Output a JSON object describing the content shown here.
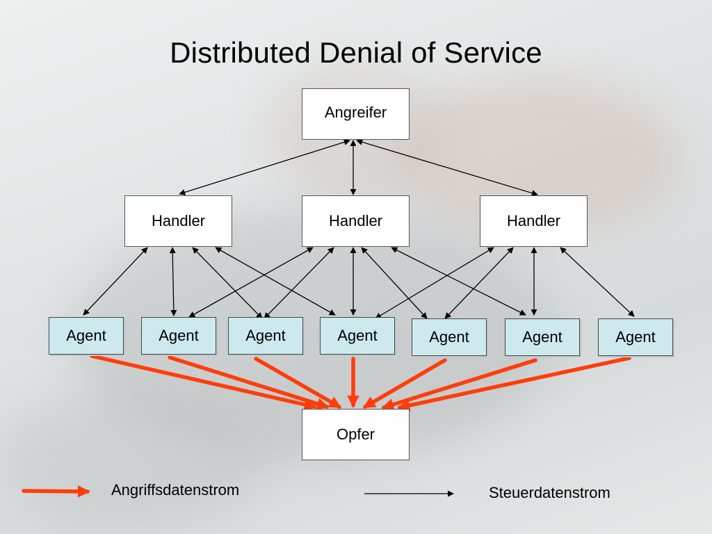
{
  "title": "Distributed Denial of Service",
  "nodes": {
    "attacker": "Angreifer",
    "handlers": [
      "Handler",
      "Handler",
      "Handler"
    ],
    "agents": [
      "Agent",
      "Agent",
      "Agent",
      "Agent",
      "Agent",
      "Agent",
      "Agent"
    ],
    "victim": "Opfer"
  },
  "legend": {
    "attack_stream": "Angriffsdatenstrom",
    "control_stream": "Steuerdatenstrom"
  },
  "colors": {
    "attack_arrow": "#ff3d0a",
    "control_arrow": "#000000",
    "agent_fill": "#cde9ee",
    "box_fill": "#ffffff"
  }
}
